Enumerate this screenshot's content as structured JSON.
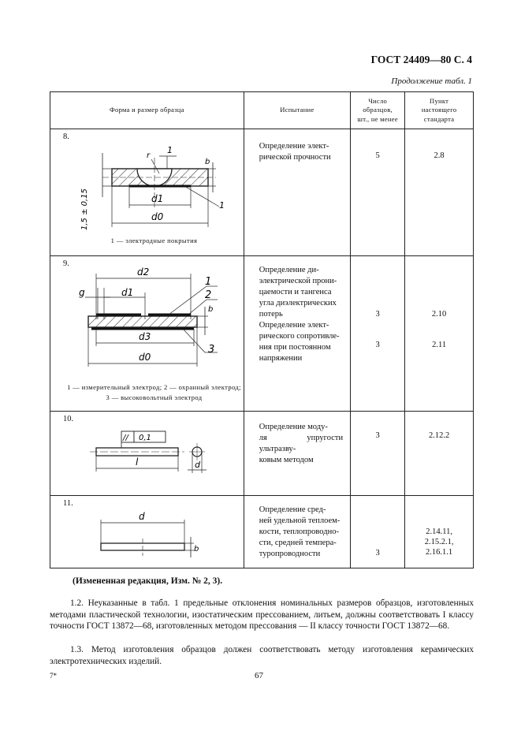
{
  "page_header": "ГОСТ 24409—80 С. 4",
  "continuation": "Продолжение табл. 1",
  "table": {
    "headers": {
      "shape": "Форма и размер образца",
      "test": "Испытание",
      "count_l1": "Число",
      "count_l2": "образцов,",
      "count_l3": "шт., не менее",
      "clause_l1": "Пункт",
      "clause_l2": "настоящего",
      "clause_l3": "стандарта"
    },
    "rows": [
      {
        "num": "8.",
        "caption": "1 — электродные покрытия",
        "test_l1": "Определение элект-",
        "test_l2": "рической прочности",
        "count": "5",
        "clause": "2.8",
        "fig": {
          "r": "r",
          "one_a": "1",
          "one_b": "1",
          "b": "b",
          "d1": "d1",
          "d0": "d0",
          "thick": "1,5 ± 0,15"
        }
      },
      {
        "num": "9.",
        "caption_l1": "1 — измерительный электрод; 2 — охранный электрод;",
        "caption_l2": "3 — высоковольтный электрод",
        "test_p1_l1": "Определение ди-",
        "test_p1_l2": "электрической прони-",
        "test_p1_l3": "цаемости и тангенса",
        "test_p1_l4": "угла диэлектрических",
        "test_p1_l5": "потерь",
        "test_p2_l1": "Определение элект-",
        "test_p2_l2": "рического сопротивле-",
        "test_p2_l3": "ния при постоянном",
        "test_p2_l4": "напряжении",
        "count_1": "3",
        "count_2": "3",
        "clause_1": "2.10",
        "clause_2": "2.11",
        "fig": {
          "d2": "d2",
          "g": "g",
          "d1": "d1",
          "d3": "d3",
          "d0": "d0",
          "n1": "1",
          "n2": "2",
          "n3": "3",
          "b": "b"
        }
      },
      {
        "num": "10.",
        "test_l1": "Определение моду-",
        "test_l2": "ля упругости ультразву-",
        "test_l3": "ковым методом",
        "count": "3",
        "clause": "2.12.2",
        "fig": {
          "tol_sym": "//",
          "tol_val": "0,1",
          "l": "l",
          "d": "d"
        }
      },
      {
        "num": "11.",
        "test_l1": "Определение сред-",
        "test_l2": "ней удельной теплоем-",
        "test_l3": "кости, теплопроводно-",
        "test_l4": "сти, средней темпера-",
        "test_l5": "туропроводности",
        "count": "3",
        "clause_l1": "2.14.11,",
        "clause_l2": "2.15.2.1,",
        "clause_l3": "2.16.1.1",
        "fig": {
          "d": "d",
          "b": "b"
        }
      }
    ]
  },
  "note": "(Измененная редакция, Изм. № 2, 3).",
  "para_1_2": "1.2. Неуказанные в табл. 1 предельные отклонения номинальных размеров образцов, изготовленных методами пластической технологии, изостатическим прессованием, литьем, должны соответствовать I классу точности ГОСТ 13872—68, изготовленных методом прессования — II классу точности ГОСТ 13872—68.",
  "para_1_3": "1.3. Метод изготовления образцов должен соответствовать методу изготовления керамических электротехнических изделий.",
  "footer_mark": "7*",
  "page_number": "67"
}
